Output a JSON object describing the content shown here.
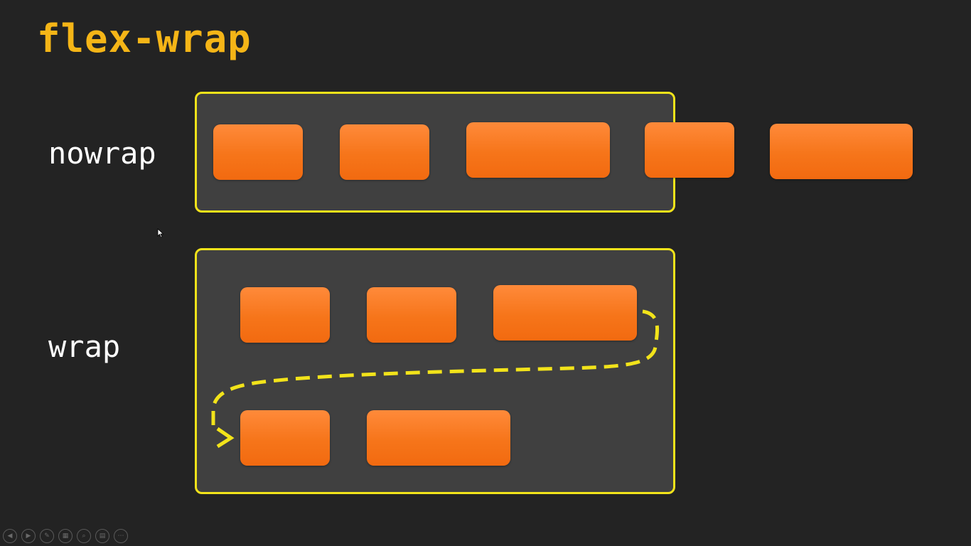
{
  "slide": {
    "title": "flex-wrap",
    "rows": [
      {
        "label": "nowrap",
        "item_count": 5
      },
      {
        "label": "wrap",
        "item_count": 5
      }
    ]
  },
  "colors": {
    "background": "#232323",
    "title": "#f5b517",
    "container_border": "#f2e31a",
    "container_fill": "#404040",
    "item_fill": "#f6751a",
    "flow_arrow": "#f2e31a"
  },
  "controls": {
    "icons": [
      "previous-icon",
      "next-icon",
      "pen-icon",
      "slides-icon",
      "zoom-icon",
      "subtitles-icon",
      "more-icon"
    ],
    "glyphs": [
      "◀",
      "▶",
      "✎",
      "▦",
      "⌕",
      "▤",
      "⋯"
    ]
  }
}
